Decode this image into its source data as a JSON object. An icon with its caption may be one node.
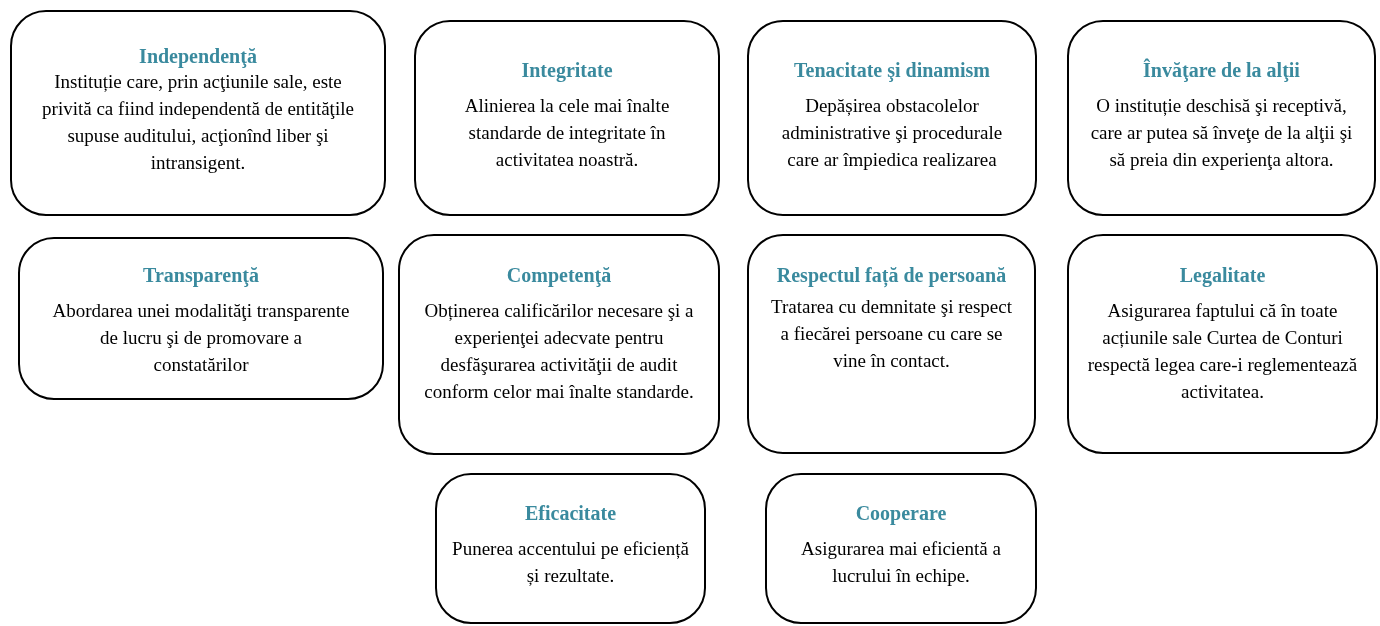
{
  "diagram": {
    "nodes": [
      {
        "text": [
          "Independenţă",
          "Instituție care, prin acţiunile sale, este privită ca fiind independentă de entităţile supuse auditului, acţionînd liber şi intransigent."
        ]
      },
      {
        "text": [
          "Integritate",
          "Alinierea la cele mai înalte standarde de integritate în activitatea noastră."
        ]
      },
      {
        "text": [
          "Tenacitate şi dinamism",
          "Depășirea obstacolelor administrative şi procedurale care ar împiedica realizarea"
        ]
      },
      {
        "text": [
          "Învăţare de la alţii",
          "O instituție deschisă şi receptivă, care ar putea să înveţe de la alţii şi să preia din experienţa altora."
        ]
      },
      {
        "text": [
          "Transparenţă",
          "Abordarea unei modalităţi transparente de lucru şi de promovare a constatărilor"
        ]
      },
      {
        "text": [
          "Competenţă",
          "Obținerea calificărilor necesare şi a experienţei adecvate pentru desfăşurarea activităţii de audit conform celor mai înalte standarde."
        ]
      },
      {
        "text": [
          "Respectul față de persoană",
          "Tratarea cu demnitate şi respect a fiecărei persoane cu care se vine în contact."
        ]
      },
      {
        "text": [
          "Legalitate",
          "Asigurarea faptului că în toate acțiunile sale Curtea de Conturi respectă legea care-i reglementează activitatea."
        ]
      },
      {
        "text": [
          "Eficacitate",
          "Punerea accentului pe eficiență și rezultate."
        ]
      },
      {
        "text": [
          "Cooperare",
          "Asigurarea mai eficientă a lucrului în echipe."
        ]
      }
    ]
  }
}
